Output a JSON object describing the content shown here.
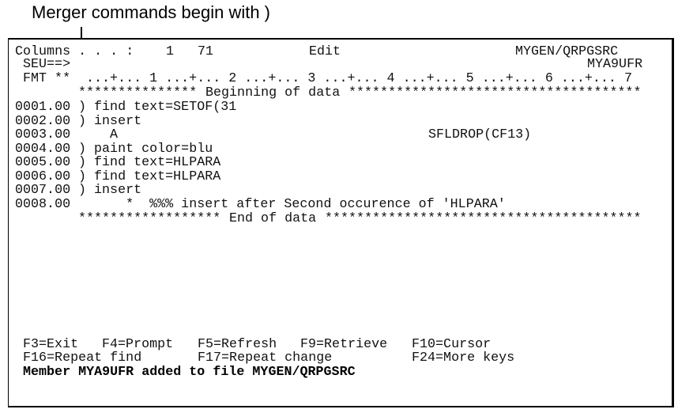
{
  "annotation": {
    "caption": "Merger commands begin with )",
    "arrow_target": "merger-command-column"
  },
  "header": {
    "columns_label": "Columns . . . :",
    "columns_from": "1",
    "columns_to": "71",
    "mode": "Edit",
    "library_file": "MYGEN/QRPGSRC",
    "seu_prompt": "SEU==>",
    "seu_input": "",
    "member": "MYA9UFR",
    "fmt_label": "FMT **",
    "ruler": "...+... 1 ...+... 2 ...+... 3 ...+... 4 ...+... 5 ...+... 6 ...+... 7"
  },
  "markers": {
    "begin_stars_left": "***************",
    "begin_text": "Beginning of data",
    "begin_stars_right": "*************************************",
    "end_stars_left": "******************",
    "end_text": "End of data",
    "end_stars_right": "****************************************"
  },
  "source_lines": [
    {
      "seq": "0001.00",
      "text": ") find text=SETOF(31"
    },
    {
      "seq": "0002.00",
      "text": ") insert"
    },
    {
      "seq": "0003.00",
      "text": "    A",
      "text2": "SFLDROP(CF13)"
    },
    {
      "seq": "0004.00",
      "text": ") paint color=blu"
    },
    {
      "seq": "0005.00",
      "text": ") find text=HLPARA"
    },
    {
      "seq": "0006.00",
      "text": ") find text=HLPARA"
    },
    {
      "seq": "0007.00",
      "text": ") insert"
    },
    {
      "seq": "0008.00",
      "text": "      *  %%% insert after Second occurence of 'HLPARA'"
    }
  ],
  "function_keys": {
    "row1": [
      {
        "key": "F3",
        "label": "F3=Exit"
      },
      {
        "key": "F4",
        "label": "F4=Prompt"
      },
      {
        "key": "F5",
        "label": "F5=Refresh"
      },
      {
        "key": "F9",
        "label": "F9=Retrieve"
      },
      {
        "key": "F10",
        "label": "F10=Cursor"
      }
    ],
    "row2": [
      {
        "key": "F16",
        "label": "F16=Repeat find"
      },
      {
        "key": "F17",
        "label": "F17=Repeat change"
      },
      {
        "key": "F24",
        "label": "F24=More keys"
      }
    ]
  },
  "status": {
    "message": "Member MYA9UFR added to file MYGEN/QRPGSRC"
  }
}
